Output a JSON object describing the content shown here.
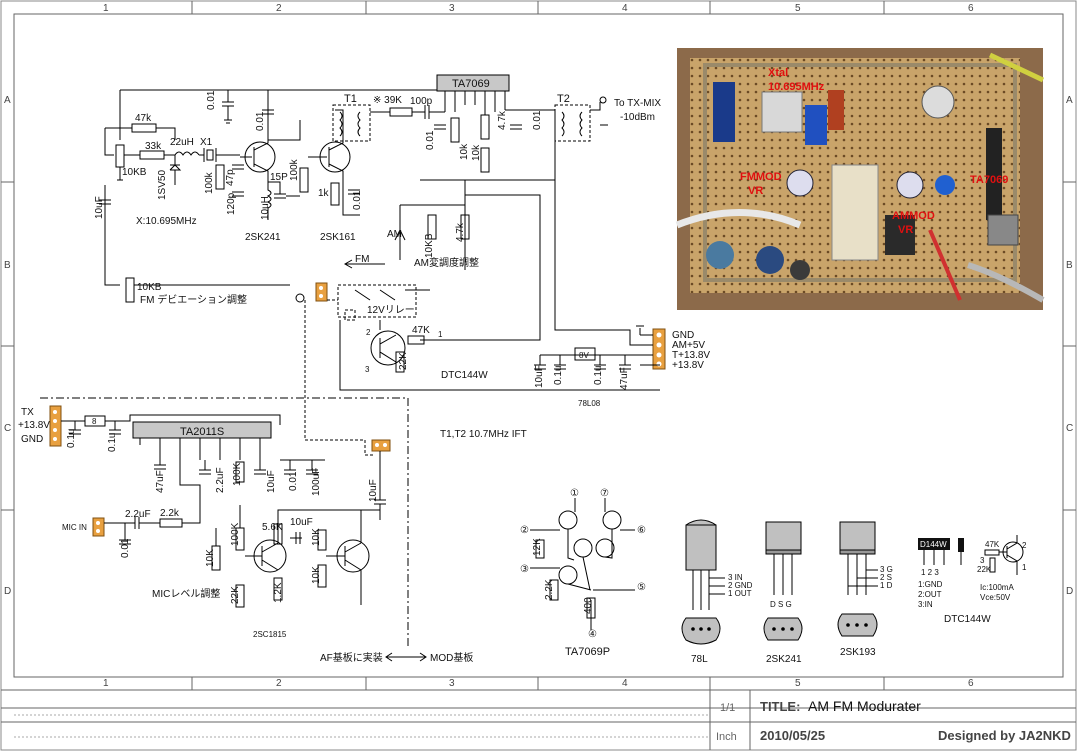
{
  "grid": {
    "cols": [
      "1",
      "2",
      "3",
      "4",
      "5",
      "6"
    ],
    "rows": [
      "A",
      "B",
      "C",
      "D"
    ]
  },
  "labels": {
    "r47k": "47k",
    "r33k": "33k",
    "l22uH": "22uH",
    "x1": "X1",
    "vr10kb_top": "10KB",
    "d1sv50": "1SV50",
    "c10uf_left": "10uF",
    "xtal_freq": "X:10.695MHz",
    "r100k_a": "100k",
    "c47p": "47p",
    "c120p": "120p",
    "l10uh": "10uH",
    "c15p": "15P",
    "r100k_b": "100k",
    "r1k": "1k",
    "c001_a": "0.01",
    "c001_b": "0.01",
    "c001_c": "0.01",
    "q_2sk241": "2SK241",
    "q_2sk161": "2SK161",
    "t1": "T1",
    "r39k": "※ 39K",
    "c100p": "100p",
    "ic_ta7069": "TA7069",
    "t2": "T2",
    "to_txmix": "To TX-MIX",
    "to_txmix_level": "-10dBm",
    "r47k_b": "4.7k",
    "c001_d": "0.01",
    "r10k_a": "10k",
    "c001_e": "0.01",
    "r10k_b": "10k",
    "am": "AM",
    "vr10kb_am": "10KB",
    "r47k_c": "4.7k",
    "am_adjust": "AM変調度調整",
    "fm": "FM",
    "vr10kb_fm": "10KB",
    "fm_dev_adjust": "FM デビエーション調整",
    "relay": "12Vリレー",
    "r47k_d": "47K",
    "r22k_a": "22K",
    "dtc144w": "DTC144W",
    "gnd_conn": "GND",
    "am5v": "AM+5V",
    "t138v": "T+13.8V",
    "p138v": "+13.8V",
    "c10uf_b": "10uF",
    "c01u_a": "0.1u",
    "v8v": "8V",
    "c01u_b": "0.1u",
    "c47uf_a": "47uF",
    "reg_78l08": "78L08",
    "tx": "TX",
    "tx138": "+13.8V",
    "tx_gnd": "GND",
    "c01u_c": "0.1u",
    "reg8": "8",
    "c01u_d": "0.1u",
    "ic_ta2011s": "TA2011S",
    "ift_note": "T1,T2 10.7MHz IFT",
    "c47uf_b": "47uF",
    "c22uf_a": "2.2uF",
    "r100k_c": "100K",
    "c10uf_c": "10uF",
    "c001_f": "0.01",
    "c100uf": "100uF",
    "c10uf_d": "10uF",
    "mic_in": "MIC IN",
    "c22uf_b": "2.2uF",
    "r22k_b": "2.2k",
    "c001_g": "0.01",
    "r100k_d": "100K",
    "r56k": "5.6K",
    "c10uf_e": "10uF",
    "r10k_c": "10K",
    "r10k_d": "10K",
    "r10k_e": "10K",
    "r22k_c": "22K",
    "r12k_a": "1.2K",
    "mic_level": "MICレベル調整",
    "q_2sc1815": "2SC1815",
    "af_mod": "AF基板に実装",
    "mod_board": "MOD基板",
    "pin1": "①",
    "pin7": "⑦",
    "pin2": "②",
    "pin6": "⑥",
    "pin3": "③",
    "pin5": "⑤",
    "pin4": "④",
    "r12k_b": "12K",
    "r22k_d": "2.2K",
    "r400": "400",
    "ta7069p": "TA7069P",
    "pkg_78l": "78L",
    "pkg_2sk241": "2SK241",
    "pkg_2sk193": "2SK193",
    "l78_3": "3  IN",
    "l78_2": "2  GND",
    "l78_1": "1  OUT",
    "dsg": "D  S  G",
    "l193_3": "3  G",
    "l193_2": "2  S",
    "l193_1": "1  D",
    "d144w": "D144W",
    "p123": "1 2 3",
    "p_gnd": "1:GND",
    "p_out": "2:OUT",
    "p_in": "3:IN",
    "r47k_e": "47K",
    "r22k_e": "22K",
    "dtc_p3": "3",
    "dtc_p2": "2",
    "dtc_p1": "1",
    "ic_spec": "Ic:100mA",
    "vce_spec": "Vce:50V",
    "dtc144w_b": "DTC144W",
    "photo_xtal": "Xtal",
    "photo_xtal_freq": "10.695MHz",
    "photo_fmmod": "FMMOD",
    "photo_fmmod_vr": "VR",
    "photo_ammod": "AMMOD",
    "photo_ammod_vr": "VR",
    "photo_ta7069": "TA7069",
    "q_pin1": "1",
    "q_pin2": "2",
    "q_pin3": "3"
  },
  "title_block": {
    "page": "1/1",
    "title_key": "TITLE:",
    "title_value": "AM FM Modurater",
    "unit": "Inch",
    "date": "2010/05/25",
    "designer": "Designed by JA2NKD"
  },
  "colors": {
    "connector": "#e8a040",
    "photo_label": "#e01010"
  }
}
